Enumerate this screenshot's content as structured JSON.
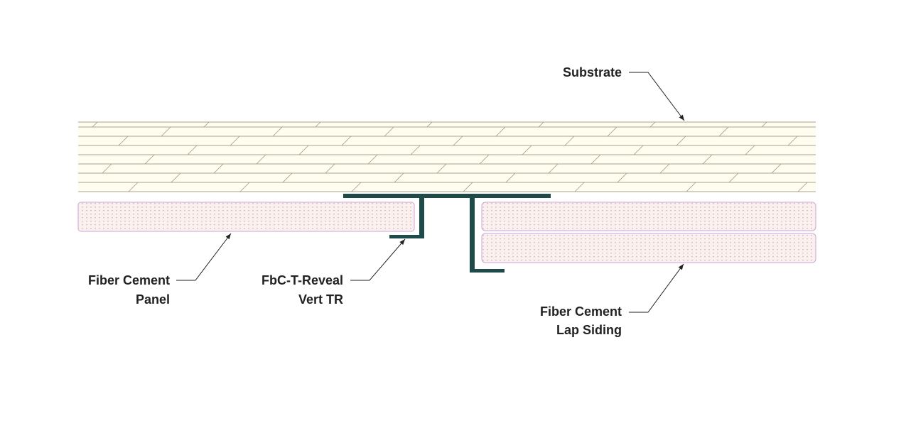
{
  "labels": {
    "substrate": "Substrate",
    "panel_line1": "Fiber Cement",
    "panel_line2": "Panel",
    "reveal_line1": "FbC-T-Reveal",
    "reveal_line2": "Vert TR",
    "lap_line1": "Fiber Cement",
    "lap_line2": "Lap Siding"
  },
  "colors": {
    "substrate_fill": "#fffcf0",
    "substrate_line": "#a8a58c",
    "cement_fill": "#f4e6e6",
    "cement_edge": "#c9a6d6",
    "trim": "#1f4a4a",
    "text": "#222222"
  }
}
